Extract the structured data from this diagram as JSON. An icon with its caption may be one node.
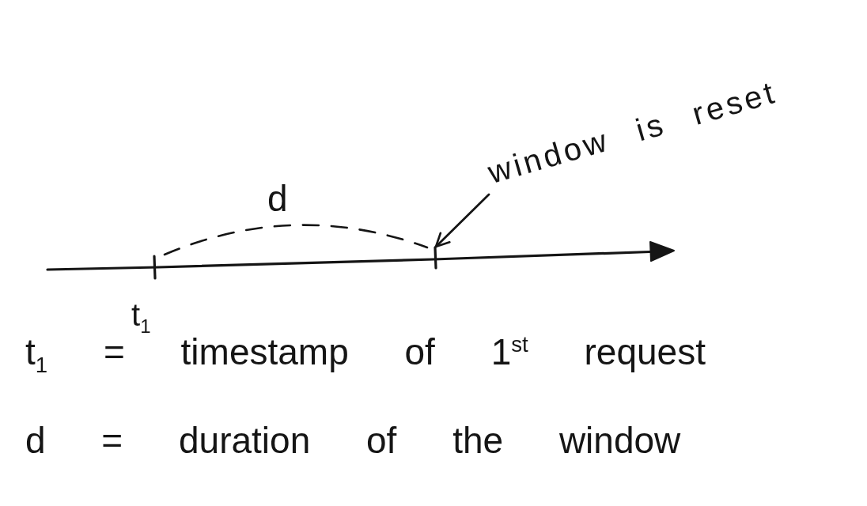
{
  "diagram": {
    "nodes": [
      {
        "text": [
          "window is reset"
        ]
      },
      {
        "text": [],
        "shape": "tick"
      }
    ],
    "edges": [
      {
        "from": 0,
        "to": 1,
        "arrow": "to"
      }
    ],
    "labels": [
      "d",
      "t$_{1}$",
      "t$_{1}$ = timestamp of 1$^{st}$ request",
      "d = duration of the window"
    ]
  }
}
